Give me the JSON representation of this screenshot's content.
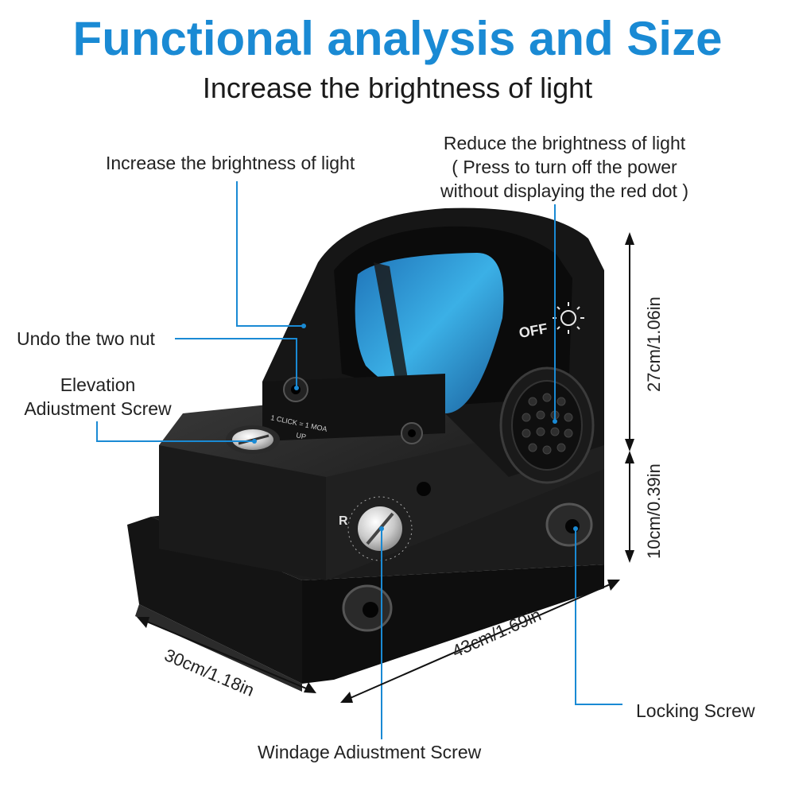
{
  "header": {
    "title": "Functional analysis and Size",
    "subtitle": "Increase the brightness of light",
    "title_color": "#1a8ad4"
  },
  "callouts": {
    "increase_brightness": "Increase the brightness of light",
    "reduce_brightness_line1": "Reduce the brightness of light",
    "reduce_brightness_line2": "( Press to turn off the power",
    "reduce_brightness_line3": "without displaying the red dot )",
    "undo_nut": "Undo the two nut",
    "elevation_line1": "Elevation",
    "elevation_line2": "Adiustment Screw",
    "locking_screw": "Locking Screw",
    "windage": "Windage Adiustment Screw"
  },
  "dimensions": {
    "height_top": "27cm/1.06in",
    "height_bottom": "10cm/0.39in",
    "length": "43cm/1.69in",
    "width": "30cm/1.18in"
  },
  "device": {
    "off_label": "OFF",
    "rear_label": "R",
    "click_label": "1 CLICK = 1 MOA",
    "up_label": "UP"
  },
  "colors": {
    "leader_line": "#1a8ad4",
    "lens": "#2a9bd8"
  }
}
